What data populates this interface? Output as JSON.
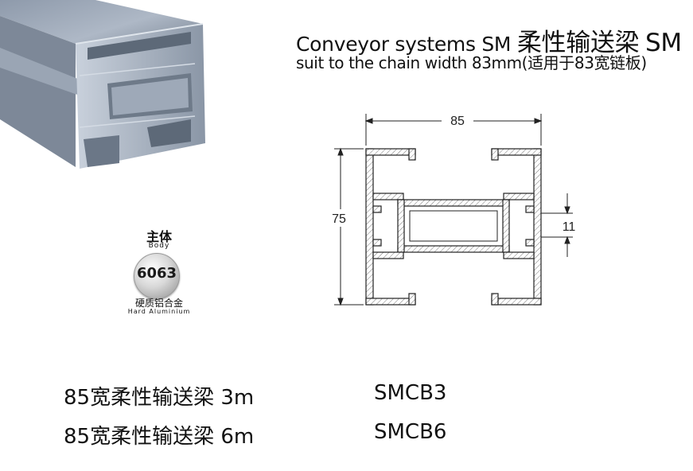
{
  "header": {
    "title_en": "Conveyor systems SM",
    "title_cn": "柔性输送梁",
    "title_code": "SM",
    "subtitle": "suit to the chain width 83mm(适用于83宽链板)"
  },
  "material_badge": {
    "label_cn": "主体",
    "label_en": "Body",
    "grade": "6063",
    "material_cn": "硬质铝合金",
    "material_en": "Hard Aluminium"
  },
  "drawing": {
    "width_label": "85",
    "height_label": "75",
    "slot_label": "11"
  },
  "products": [
    {
      "name": "85宽柔性输送梁 3m",
      "code": "SMCB3"
    },
    {
      "name": "85宽柔性输送梁 6m",
      "code": "SMCB6"
    }
  ],
  "colors": {
    "aluminium_light": "#b9c3cf",
    "aluminium_dark": "#5f6b79",
    "line": "#222222"
  }
}
